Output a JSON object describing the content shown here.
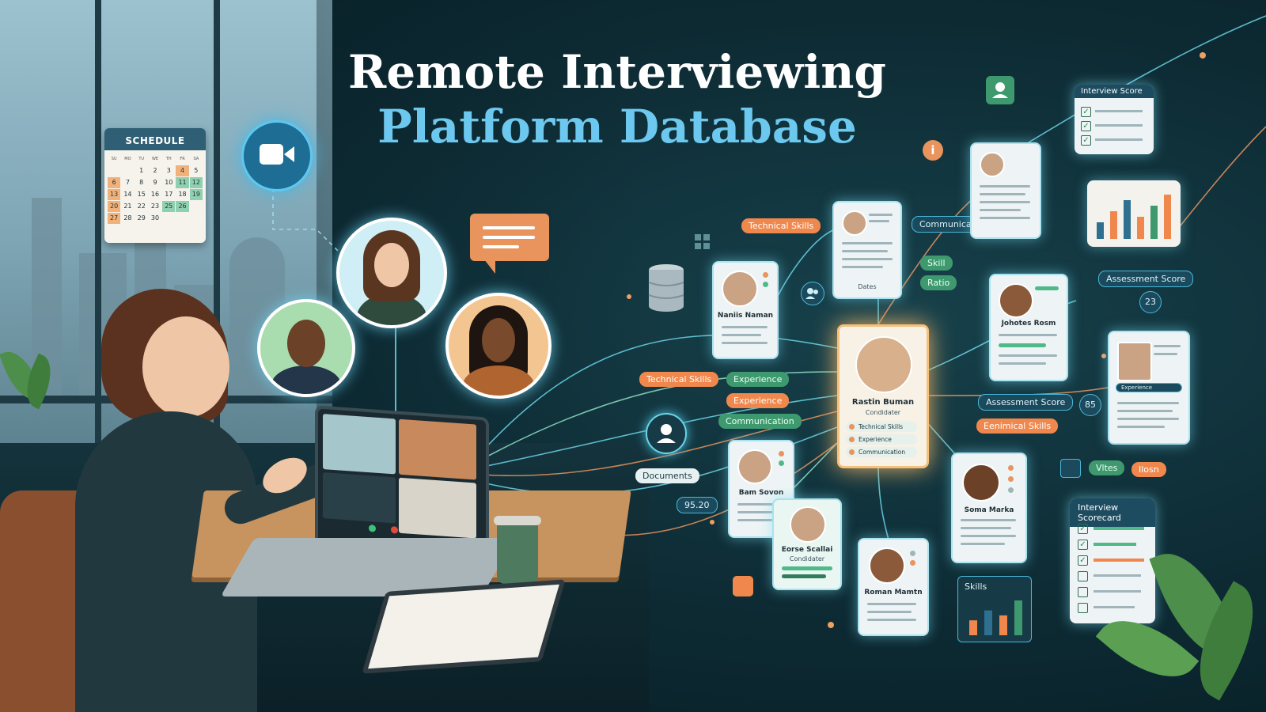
{
  "title": {
    "line1": "Remote Interviewing",
    "line2": "Platform Database"
  },
  "schedule": {
    "label": "SCHEDULE",
    "weekdays": [
      "SU",
      "MO",
      "TU",
      "WE",
      "TH",
      "FR",
      "SA"
    ],
    "days": [
      "",
      "",
      "1",
      "2",
      "3",
      "4",
      "5",
      "6",
      "7",
      "8",
      "9",
      "10",
      "11",
      "12",
      "13",
      "14",
      "15",
      "16",
      "17",
      "18",
      "19",
      "20",
      "21",
      "22",
      "23",
      "25",
      "26",
      "",
      "27",
      "28",
      "29",
      "30",
      "",
      "",
      ""
    ]
  },
  "center_card": {
    "name": "Rastin Buman",
    "role": "Condidater",
    "pills": [
      "Technical Skills",
      "Experience",
      "Communication"
    ]
  },
  "cards": [
    {
      "name": "Naniis Naman"
    },
    {
      "name": "Johotes Rosm"
    },
    {
      "name": "Bam Sovon"
    },
    {
      "name": "Eorse Scallai",
      "role": "Condidater"
    },
    {
      "name": "Roman Mamtn"
    },
    {
      "name": "Soma Marka"
    }
  ],
  "small_card_tag": "Dates",
  "tags": {
    "technical_skills_top": "Technical Skills",
    "communication_top": "Communication",
    "skill": "Skill",
    "ratio": "Ratio",
    "assessment_score_top": "Assessment Score",
    "technical_skills_left": "Technical Skills",
    "experience_1": "Experience",
    "experience_2": "Experience",
    "communication_left": "Communication",
    "assessment_score_mid": "Assessment Score",
    "technical_skills_right": "Eenimical Skills",
    "documents": "Documents",
    "score_chip": "95.20",
    "chip_a": "Vltes",
    "chip_b": "Ilosn",
    "experience_card": "Experience"
  },
  "badges": {
    "top": "23",
    "mid": "85"
  },
  "interview_score": {
    "title": "Interview Score"
  },
  "interview_scorecard": {
    "title": "Interview Scorecard"
  },
  "skills_chart": {
    "title": "Skills",
    "values": [
      3,
      5,
      4,
      7
    ]
  },
  "top_chart": {
    "values": [
      3,
      5,
      7,
      4,
      6,
      8
    ]
  },
  "colors": {
    "accent_blue": "#6cc8ee",
    "accent_orange": "#f0884d",
    "accent_green": "#3e9a6e",
    "glow": "#a9e3ef"
  },
  "icons": [
    "video-camera-icon",
    "chat-bubble-icon",
    "user-icon",
    "database-icon",
    "info-icon",
    "grid-icon",
    "group-icon",
    "camera-icon",
    "lock-icon"
  ]
}
